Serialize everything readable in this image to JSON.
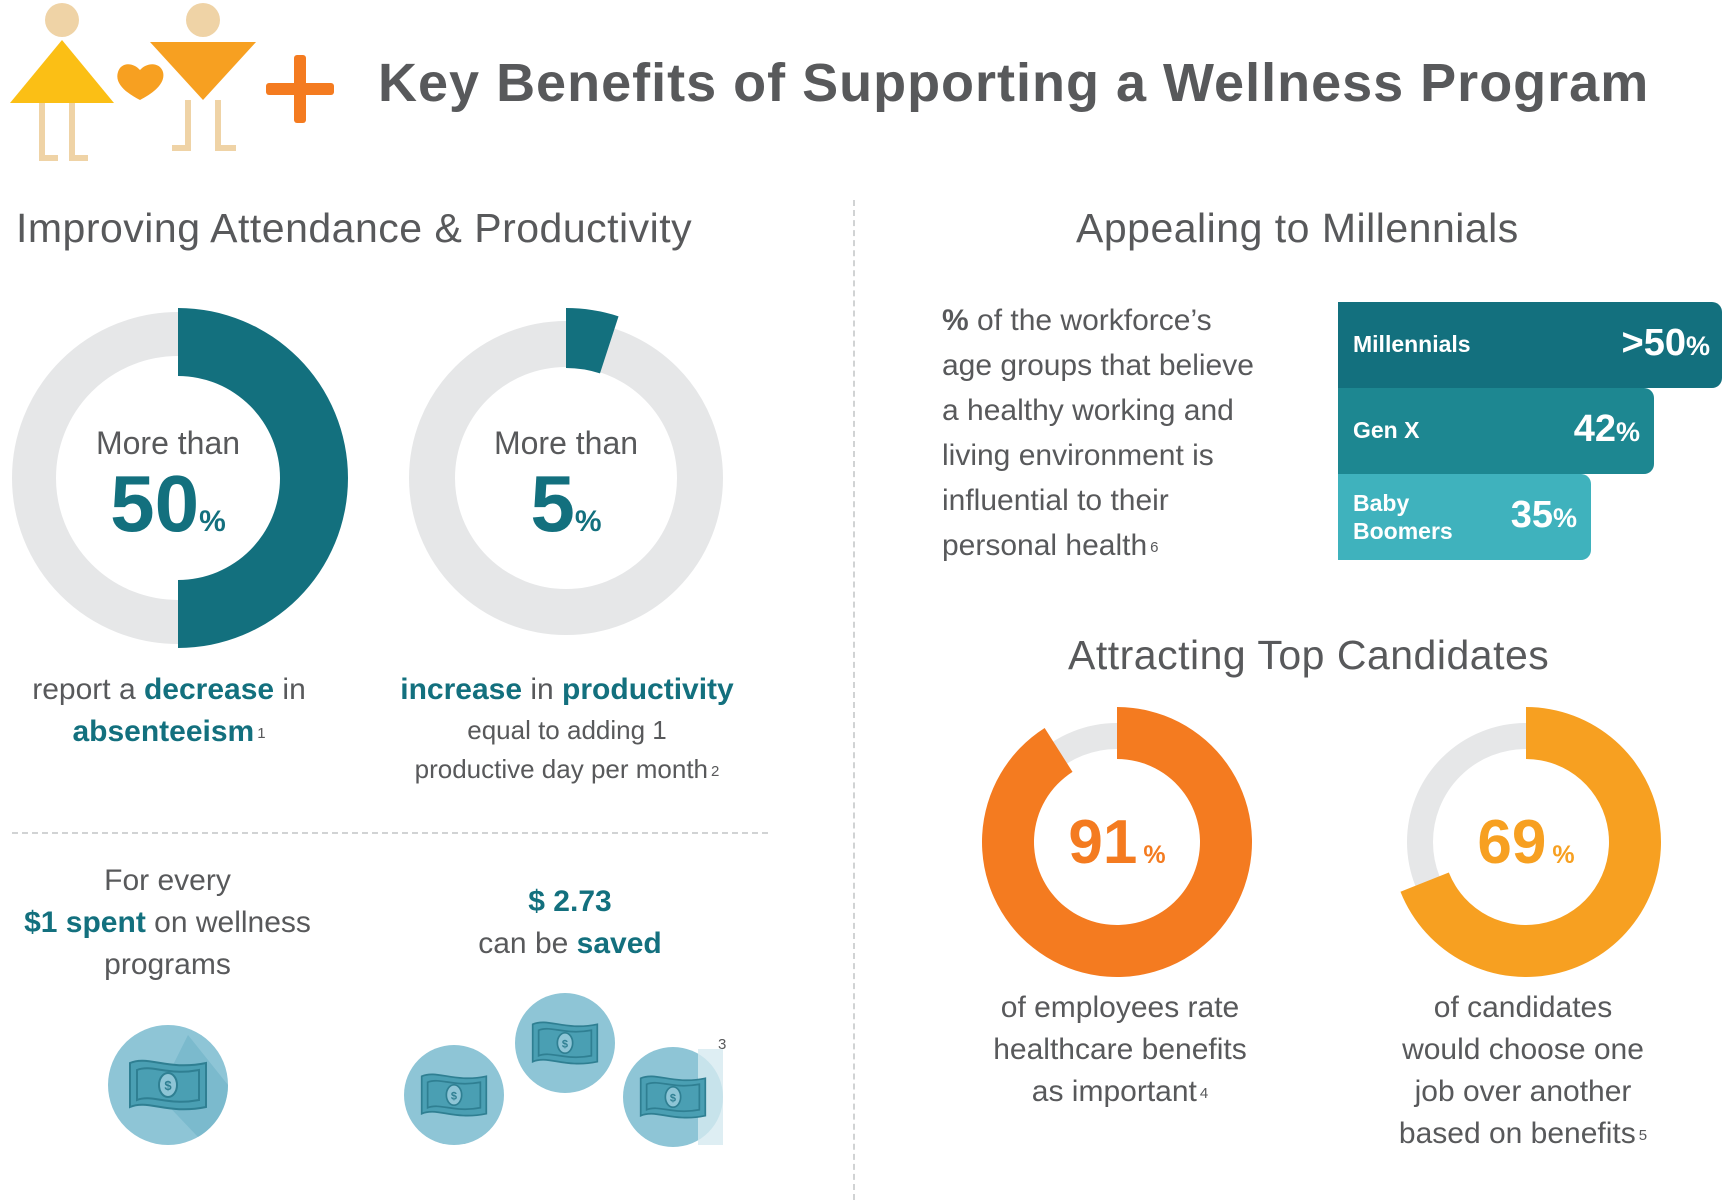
{
  "header": {
    "title": "Key Benefits of Supporting a Wellness Program"
  },
  "colors": {
    "teal": "#13707e",
    "teal_mid": "#1d8791",
    "teal_light": "#3fb2bd",
    "gray_ring": "#e6e7e8",
    "orange": "#f47b20",
    "orange_light": "#f7a021",
    "yellow": "#fbbf15",
    "skin": "#efd3a6"
  },
  "attendance": {
    "title": "Improving Attendance & Productivity",
    "absenteeism": {
      "prefix": "More than",
      "value": "50",
      "unit": "%",
      "fraction": 0.5,
      "caption_pre": "report a ",
      "caption_bold1": "decrease",
      "caption_mid": " in",
      "caption_bold2": "absenteeism",
      "footnote": "1"
    },
    "productivity": {
      "prefix": "More than",
      "value": "5",
      "unit": "%",
      "fraction": 0.05,
      "caption_bold1": "increase",
      "caption_mid": " in ",
      "caption_bold2": "productivity",
      "caption_line2": "equal to adding 1",
      "caption_line3": "productive day per month",
      "footnote": "2"
    },
    "savings": {
      "left_line1": "For every",
      "left_bold": "$1 spent",
      "left_line2_rest": " on wellness",
      "left_line3": "programs",
      "right_bold": "$ 2.73",
      "right_pre": "can be ",
      "right_bold2": "saved",
      "footnote": "3"
    }
  },
  "millennials": {
    "title": "Appealing to Millennials",
    "desc_bold": "%",
    "desc_lines": [
      " of the workforce’s",
      "age groups that believe",
      "a healthy working and",
      "living environment is",
      "influential to their",
      "personal health"
    ],
    "footnote": "6",
    "bars": [
      {
        "label": "Millennials",
        "value": ">50",
        "unit": "%",
        "percent": 50
      },
      {
        "label": "Gen X",
        "value": "42",
        "unit": "%",
        "percent": 42
      },
      {
        "label": "Baby Boomers",
        "value": "35",
        "unit": "%",
        "percent": 35
      }
    ]
  },
  "candidates": {
    "title": "Attracting Top Candidates",
    "healthcare": {
      "value": "91",
      "unit": "%",
      "fraction": 0.91,
      "caption": [
        "of employees rate",
        "healthcare benefits",
        "as important"
      ],
      "footnote": "4"
    },
    "benefits": {
      "value": "69",
      "unit": "%",
      "fraction": 0.69,
      "caption": [
        "of candidates",
        "would choose one",
        "job over another",
        "based on benefits"
      ],
      "footnote": "5"
    }
  }
}
